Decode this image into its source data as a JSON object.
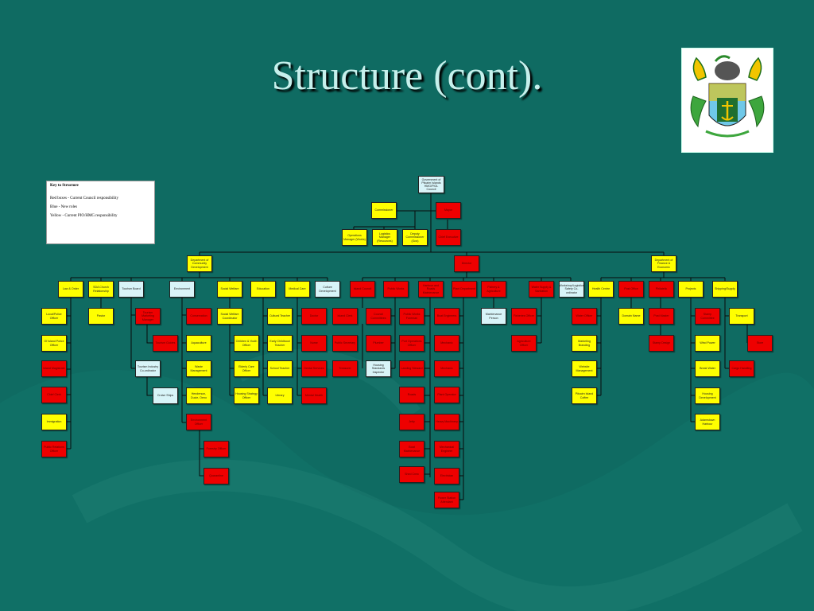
{
  "title": "Structure (cont).",
  "crest": {
    "icon": "coat-of-arms-icon"
  },
  "key": {
    "title": "Key to Structure",
    "lines": [
      "Red boxes -  Current Council responsibility",
      "Blue - New roles",
      "Yellow - Current PIO/HMG responsibility"
    ]
  },
  "colors": {
    "background": "#0f6b62",
    "yellow": "#ffff00",
    "red": "#ee0000",
    "blue": "#d8f4f8"
  },
  "nodes": [
    {
      "t": "Government of Pitcairn Islands HMG/PIOL Council",
      "c": "b"
    },
    {
      "t": "Commissioner",
      "c": "y"
    },
    {
      "t": "Mayor",
      "c": "r"
    },
    {
      "t": "Operations Manager (Works)",
      "c": "y"
    },
    {
      "t": "Logistics Manager (Resources)",
      "c": "y"
    },
    {
      "t": "Deputy Commissioner (Gov)",
      "c": "y"
    },
    {
      "t": "Chief Executive",
      "c": "r"
    },
    {
      "t": "Department of Community Development",
      "c": "y"
    },
    {
      "t": "Director",
      "c": "r"
    },
    {
      "t": "Department of Finance & Economic",
      "c": "y"
    },
    {
      "t": "Law & Order",
      "c": "y"
    },
    {
      "t": "SDA Church Relationship",
      "c": "y"
    },
    {
      "t": "Tourism Board",
      "c": "b"
    },
    {
      "t": "Environment",
      "c": "b"
    },
    {
      "t": "Social Welfare",
      "c": "y"
    },
    {
      "t": "Education",
      "c": "y"
    },
    {
      "t": "Medical Care",
      "c": "y"
    },
    {
      "t": "Culture Development",
      "c": "b"
    },
    {
      "t": "Island Council",
      "c": "r"
    },
    {
      "t": "Public Works",
      "c": "r"
    },
    {
      "t": "Harbour and Roads Maintenance",
      "c": "r"
    },
    {
      "t": "Plant Department",
      "c": "r"
    },
    {
      "t": "Fishery & Agriculture",
      "c": "r"
    },
    {
      "t": "Water Supply & Sanitation",
      "c": "r"
    },
    {
      "t": "Workshop/Logistics Safety Co-ordinator",
      "c": "b"
    },
    {
      "t": "Health Centre",
      "c": "y"
    },
    {
      "t": "Post Office",
      "c": "r"
    },
    {
      "t": "Philatelic",
      "c": "r"
    },
    {
      "t": "Projects",
      "c": "y"
    },
    {
      "t": "Shipping/Supply",
      "c": "y"
    },
    {
      "t": "Local/Police Officer",
      "c": "y"
    },
    {
      "t": "Of Island Police Officer",
      "c": "y"
    },
    {
      "t": "Island Magistrate",
      "c": "r"
    },
    {
      "t": "Chief Clerk",
      "c": "r"
    },
    {
      "t": "Immigration",
      "c": "y"
    },
    {
      "t": "Public Relations Officer",
      "c": "r"
    },
    {
      "t": "Pastor",
      "c": "y"
    },
    {
      "t": "Tourism Marketing Manager",
      "c": "r"
    },
    {
      "t": "Tourism Guides",
      "c": "r"
    },
    {
      "t": "Tourism Industry Co-ordinator",
      "c": "b"
    },
    {
      "t": "Cruise Ships",
      "c": "b"
    },
    {
      "t": "Conservation",
      "c": "r"
    },
    {
      "t": "Aquaculture",
      "c": "y"
    },
    {
      "t": "Waste Management",
      "c": "y"
    },
    {
      "t": "Henderson, Ducie, Oeno",
      "c": "y"
    },
    {
      "t": "Environment Officer",
      "c": "r"
    },
    {
      "t": "Forestry Officer",
      "c": "r"
    },
    {
      "t": "Quarantine",
      "c": "r"
    },
    {
      "t": "Social Welfare Coordinator",
      "c": "y"
    },
    {
      "t": "Children & Youth Officer",
      "c": "y"
    },
    {
      "t": "Elderly Care Officer",
      "c": "y"
    },
    {
      "t": "Housing Strategy Officer",
      "c": "y"
    },
    {
      "t": "Cultural Teacher",
      "c": "y"
    },
    {
      "t": "Early Childhood Teacher",
      "c": "y"
    },
    {
      "t": "School Teacher",
      "c": "y"
    },
    {
      "t": "Library",
      "c": "y"
    },
    {
      "t": "Doctor",
      "c": "r"
    },
    {
      "t": "Nurse",
      "c": "r"
    },
    {
      "t": "Dental Services",
      "c": "r"
    },
    {
      "t": "Mental Health",
      "c": "r"
    },
    {
      "t": "Island Clerk",
      "c": "r"
    },
    {
      "t": "Public Secretary",
      "c": "r"
    },
    {
      "t": "Treasurer",
      "c": "r"
    },
    {
      "t": "Council Committees",
      "c": "r"
    },
    {
      "t": "Public Works Foreman",
      "c": "r"
    },
    {
      "t": "Plumber",
      "c": "r"
    },
    {
      "t": "Housing Standards Inspector",
      "c": "b"
    },
    {
      "t": "Port Operations Officer",
      "c": "r"
    },
    {
      "t": "Landing Steward",
      "c": "r"
    },
    {
      "t": "Roads",
      "c": "r"
    },
    {
      "t": "Jetty",
      "c": "r"
    },
    {
      "t": "Boat Maintenance",
      "c": "r"
    },
    {
      "t": "Shed Crew",
      "c": "r"
    },
    {
      "t": "Boat Engineers",
      "c": "r"
    },
    {
      "t": "Mechanic",
      "c": "r"
    },
    {
      "t": "Mechanic",
      "c": "r"
    },
    {
      "t": "Plant Operator",
      "c": "r"
    },
    {
      "t": "Heavy Machinery",
      "c": "r"
    },
    {
      "t": "Mechanical Engineer",
      "c": "r"
    },
    {
      "t": "Electrician",
      "c": "r"
    },
    {
      "t": "Power Station Attendant",
      "c": "r"
    },
    {
      "t": "Maintenance Person",
      "c": "b"
    },
    {
      "t": "Fisheries Officer",
      "c": "r"
    },
    {
      "t": "Agriculture Officer",
      "c": "r"
    },
    {
      "t": "Water Officer",
      "c": "r"
    },
    {
      "t": "Marketing Branding",
      "c": "y"
    },
    {
      "t": "Website Management",
      "c": "y"
    },
    {
      "t": "Pitcairn Island Coffee",
      "c": "y"
    },
    {
      "t": "Domain Name",
      "c": "y"
    },
    {
      "t": "Post Master",
      "c": "r"
    },
    {
      "t": "Stamp Design",
      "c": "r"
    },
    {
      "t": "Stamp Committee",
      "c": "r"
    },
    {
      "t": "Wind Power",
      "c": "y"
    },
    {
      "t": "Break Water",
      "c": "y"
    },
    {
      "t": "Housing Development",
      "c": "y"
    },
    {
      "t": "Adamstown Harbour",
      "c": "y"
    },
    {
      "t": "Transport",
      "c": "y"
    },
    {
      "t": "Store",
      "c": "r"
    },
    {
      "t": "Cargo Handling",
      "c": "r"
    },
    {
      "t": "Fuel Supply",
      "c": "r"
    }
  ]
}
